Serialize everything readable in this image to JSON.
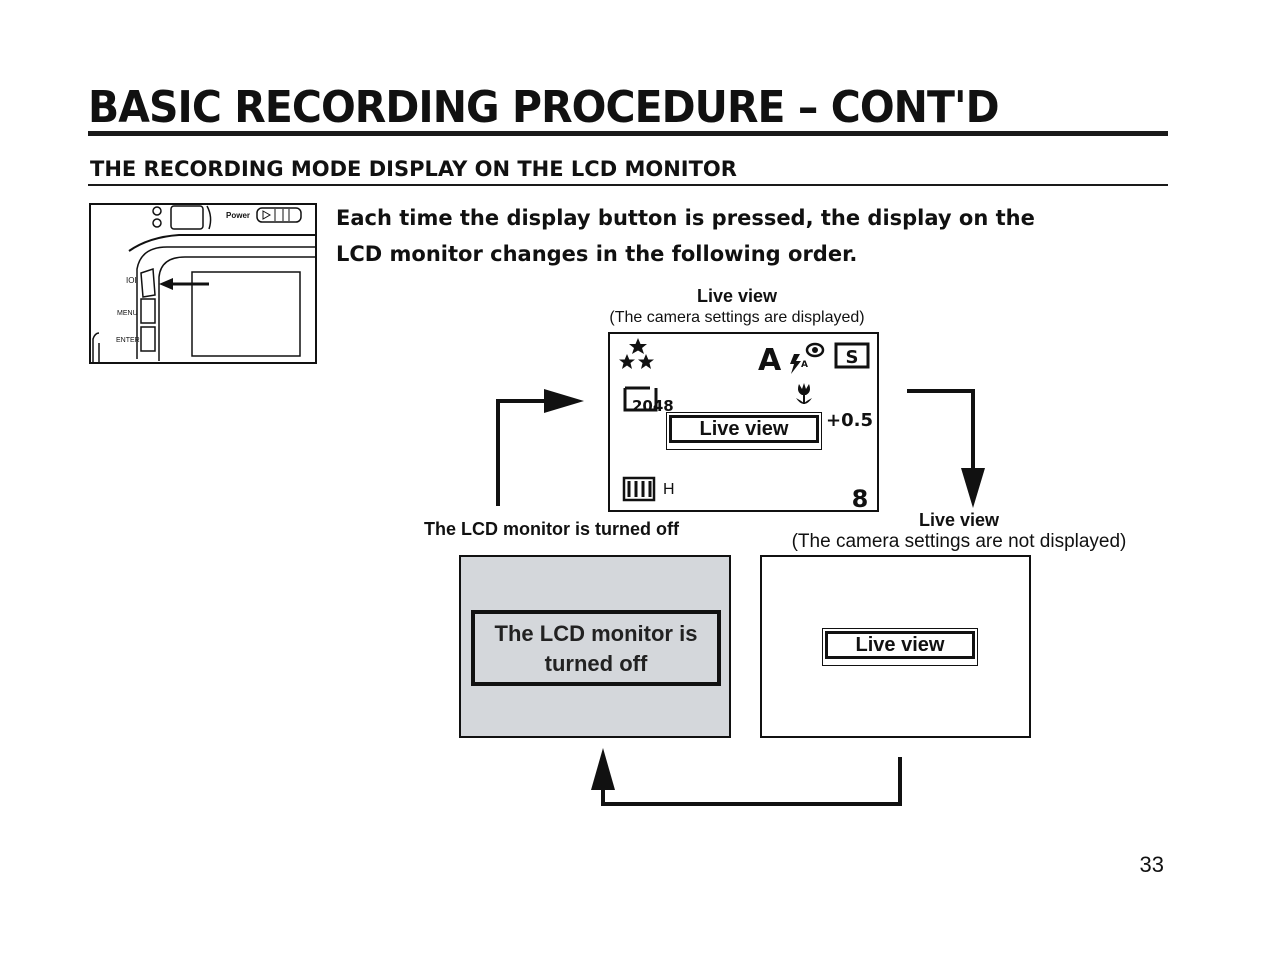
{
  "page": {
    "title": "BASIC RECORDING PROCEDURE – CONT'D",
    "section_heading": "THE RECORDING MODE DISPLAY ON THE LCD MONITOR",
    "intro_line1": "Each time the display button is pressed, the display on the",
    "intro_line2": "LCD monitor changes in the following order.",
    "page_number": "33"
  },
  "camera_illustration": {
    "power_label": "Power",
    "display_button_label": "IOI",
    "menu_label": "MENU",
    "enter_label": "ENTER"
  },
  "diagram": {
    "state1": {
      "label": "Live view",
      "caption": "(The camera settings are displayed)",
      "box_text": "Live view",
      "icons": {
        "mode": "A",
        "resolution": "2048",
        "exposure": "+0.5",
        "quality_letter": "H",
        "shots_remaining": "8"
      }
    },
    "state2": {
      "label": "Live view",
      "caption": "(The camera settings are not displayed)",
      "box_text": "Live view"
    },
    "state3": {
      "label": "The LCD monitor is turned off",
      "box_text_line1": "The LCD monitor is",
      "box_text_line2": "turned off"
    }
  },
  "colors": {
    "ink": "#111111",
    "lcd_off_fill": "#d4d7db"
  }
}
